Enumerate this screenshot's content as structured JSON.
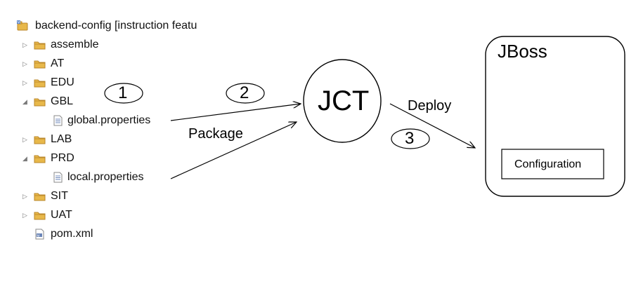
{
  "tree": {
    "root_label": "backend-config [instruction featu",
    "items": [
      {
        "label": "assemble",
        "kind": "folder",
        "expanded": false
      },
      {
        "label": "AT",
        "kind": "folder",
        "expanded": false
      },
      {
        "label": "EDU",
        "kind": "folder",
        "expanded": false
      },
      {
        "label": "GBL",
        "kind": "folder",
        "expanded": true
      },
      {
        "label": "global.properties",
        "kind": "file"
      },
      {
        "label": "LAB",
        "kind": "folder",
        "expanded": false
      },
      {
        "label": "PRD",
        "kind": "folder",
        "expanded": true
      },
      {
        "label": "local.properties",
        "kind": "file"
      },
      {
        "label": "SIT",
        "kind": "folder",
        "expanded": false
      },
      {
        "label": "UAT",
        "kind": "folder",
        "expanded": false
      },
      {
        "label": "pom.xml",
        "kind": "xml"
      }
    ]
  },
  "diagram": {
    "step1": "1",
    "step2": "2",
    "step3": "3",
    "package_label": "Package",
    "deploy_label": "Deploy",
    "jct_label": "JCT",
    "jboss_label": "JBoss",
    "configuration_label": "Configuration"
  },
  "colors": {
    "folder": "#e8b84a",
    "folder_dark": "#b9862a",
    "file_blue": "#6b86b8"
  }
}
